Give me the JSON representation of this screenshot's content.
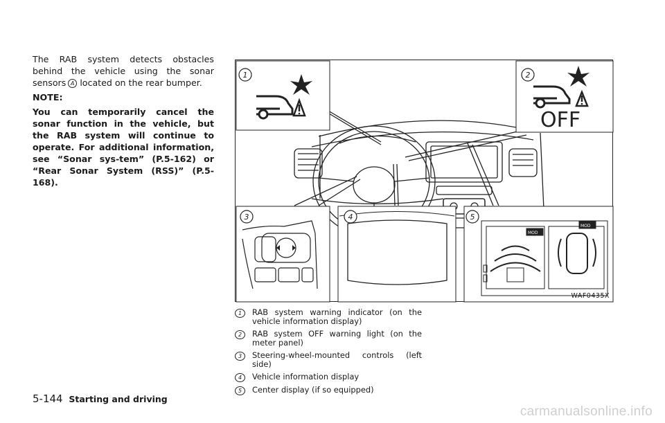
{
  "intro": {
    "para1_before": "The RAB system detects obstacles behind the vehicle using the sonar sensors",
    "para1_marker": "A",
    "para1_after": "located on the rear bumper.",
    "note_label": "NOTE:",
    "note_text": "You can temporarily cancel the sonar function in the vehicle, but the RAB system will continue to operate. For additional information, see “Sonar sys-tem” (P.5-162) or “Rear Sonar System (RSS)” (P.5-168)."
  },
  "figure": {
    "code": "WAF0435X",
    "callouts": [
      "1",
      "2",
      "3",
      "4",
      "5"
    ],
    "off_text": "OFF",
    "center_labels": [
      "MOD",
      "MOD"
    ]
  },
  "legend": [
    {
      "num": "1",
      "text": "RAB system warning indicator (on the vehicle information display)"
    },
    {
      "num": "2",
      "text": "RAB system OFF warning light (on the meter panel)"
    },
    {
      "num": "3",
      "text": "Steering-wheel-mounted controls (left side)"
    },
    {
      "num": "4",
      "text": "Vehicle information display"
    },
    {
      "num": "5",
      "text": "Center display (if so equipped)"
    }
  ],
  "footer": {
    "page": "5-144",
    "section": "Starting and driving"
  },
  "watermark": "carmanualsonline.info"
}
